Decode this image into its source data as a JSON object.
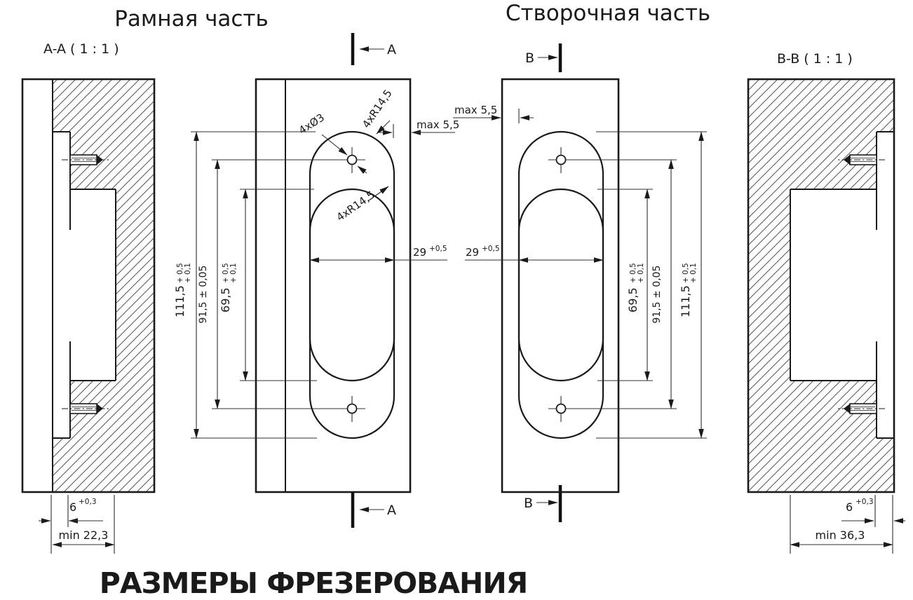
{
  "titles": {
    "frame_part": "Рамная часть",
    "leaf_part": "Створочная часть",
    "bottom": "РАЗМЕРЫ ФРЕЗЕРОВАНИЯ"
  },
  "sections": {
    "aa_label": "A-A ( 1 : 1 )",
    "bb_label": "B-B ( 1 : 1 )",
    "a_marker": "A",
    "b_marker": "B"
  },
  "dimensions": {
    "outer_length": {
      "value": "111,5",
      "tol_upper": "+ 0,5",
      "tol_lower": "+ 0,1"
    },
    "hole_spacing": {
      "value": "91,5 ± 0,05"
    },
    "inner_length": {
      "value": "69,5",
      "tol_upper": "+ 0,5",
      "tol_lower": "+ 0,1"
    },
    "slot_width": {
      "value": "29",
      "tol": "+0,5"
    },
    "edge_gap": "max 5,5",
    "flange_depth": {
      "value": "6",
      "tol": "+0,3"
    },
    "frame_min_depth": "min 22,3",
    "leaf_min_depth": "min 36,3",
    "screw_holes": "4xØ3",
    "end_radius": "4xR14,5"
  },
  "colors": {
    "line": "#1a1a1a",
    "hatch": "#5c5c5c",
    "background": "#ffffff"
  }
}
